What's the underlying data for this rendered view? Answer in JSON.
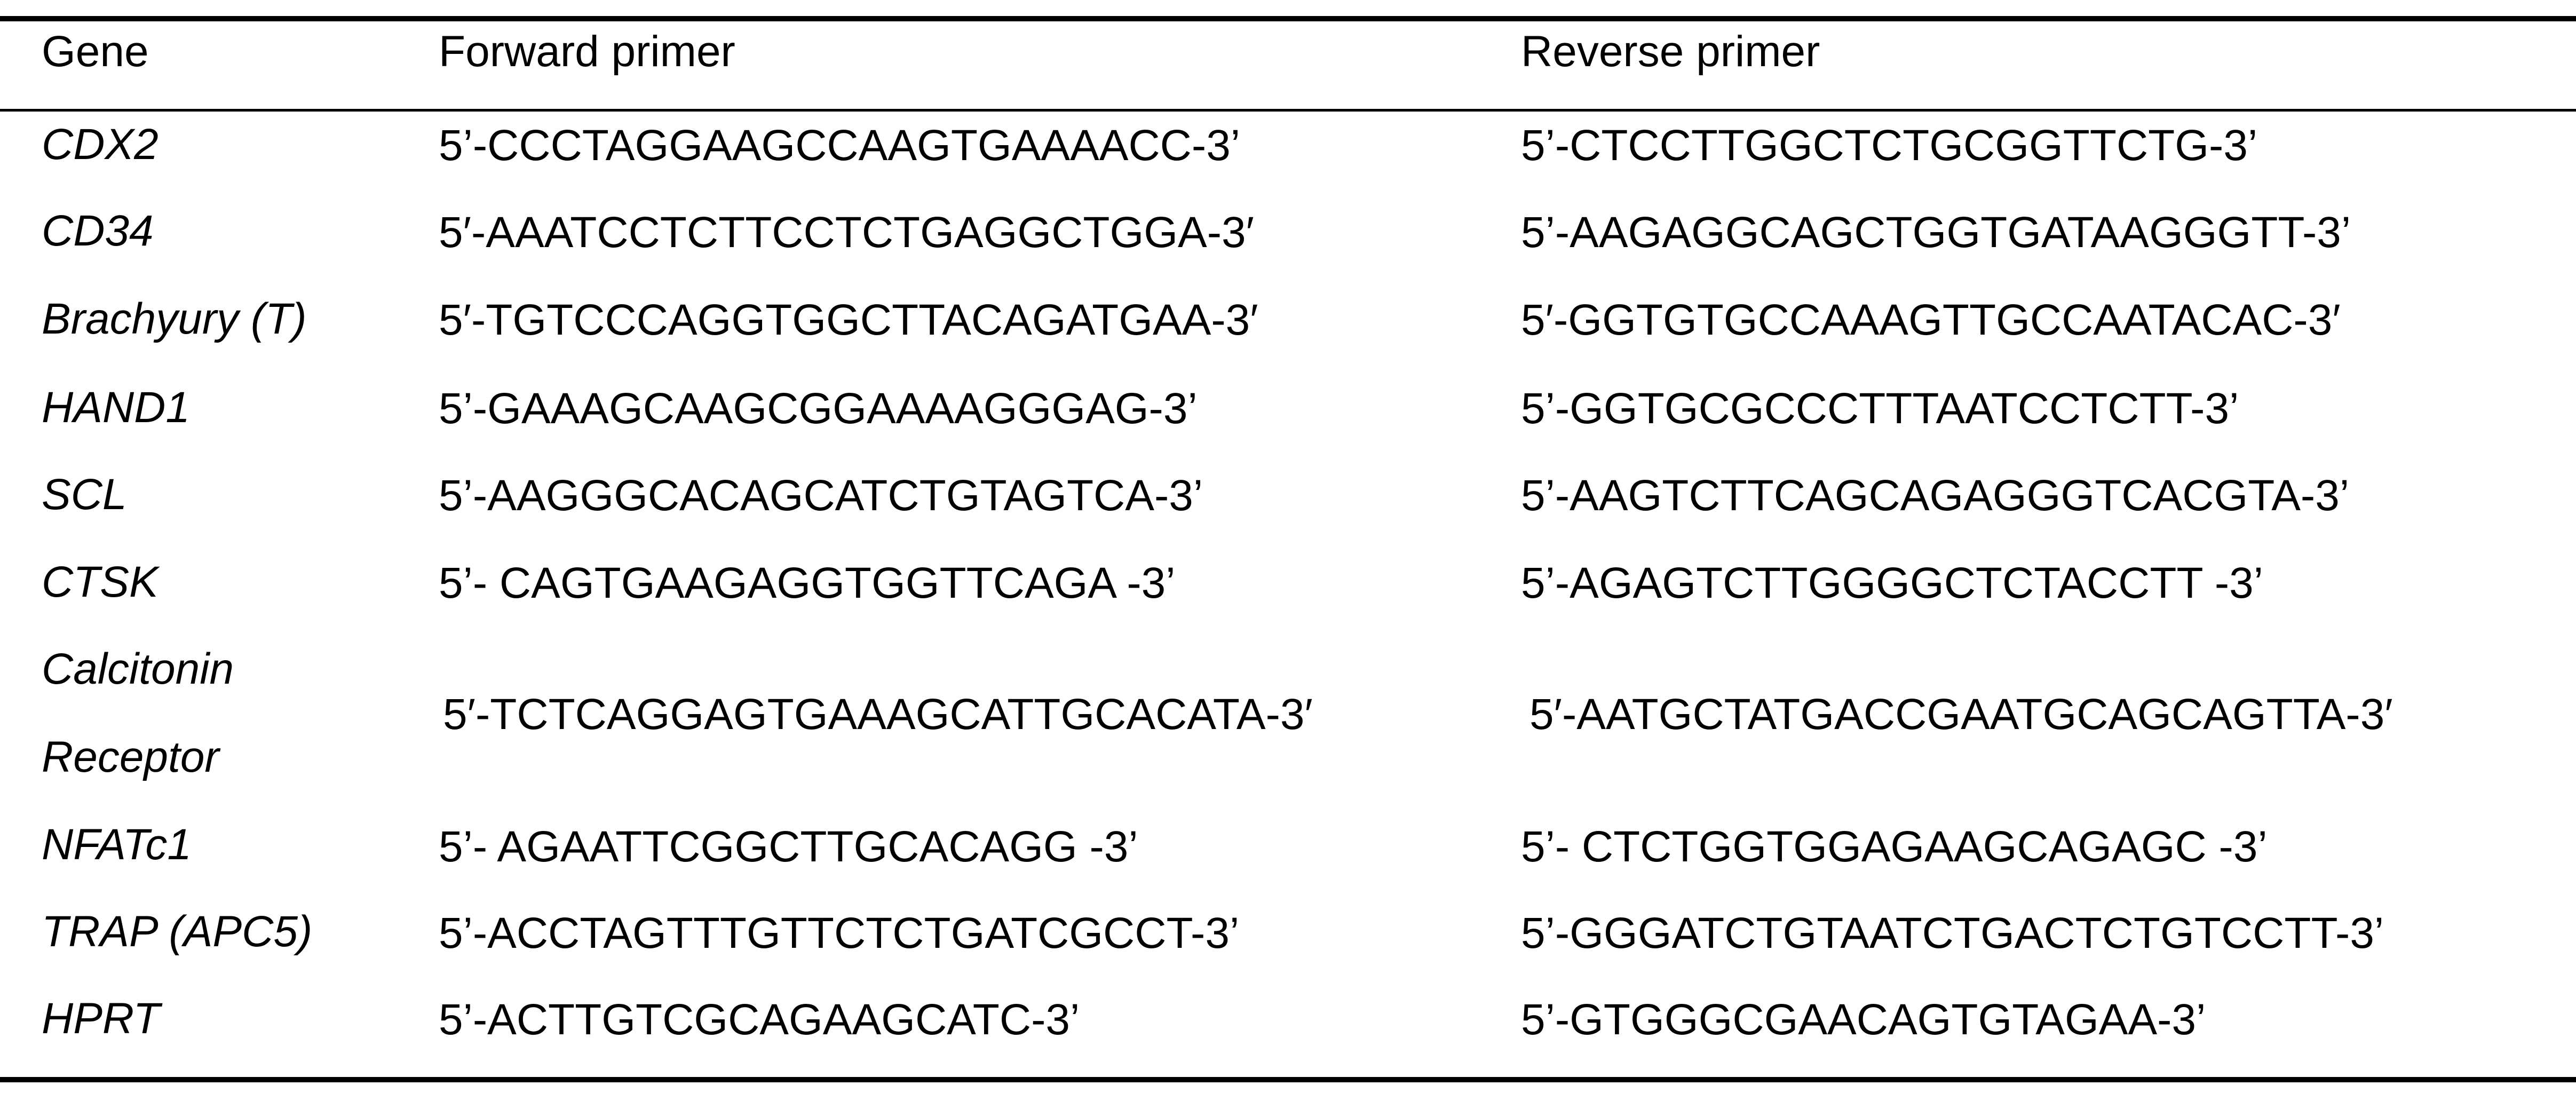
{
  "table": {
    "headers": {
      "gene": "Gene",
      "forward": "Forward primer",
      "reverse": "Reverse primer"
    },
    "rows": [
      {
        "gene": "CDX2",
        "forward": "5’-CCCTAGGAAGCCAAGTGAAAACC-3’",
        "reverse": "5’-CTCCTTGGCTCTGCGGTTCTG-3’"
      },
      {
        "gene": "CD34",
        "forward": "5′-AAATCCTCTTCCTCTGAGGCTGGA-3′",
        "reverse": "5’-AAGAGGCAGCTGGTGATAAGGGTT-3’"
      },
      {
        "gene": "Brachyury (T)",
        "forward": "5′-TGTCCCAGGTGGCTTACAGATGAA-3′",
        "reverse": "5′-GGTGTGCCAAAGTTGCCAATACAC-3′"
      },
      {
        "gene": "HAND1",
        "forward": "5’-GAAAGCAAGCGGAAAAGGGAG-3’",
        "reverse": "5’-GGTGCGCCCTTTAATCCTCTT-3’"
      },
      {
        "gene": "SCL",
        "forward": "5’-AAGGGCACAGCATCTGTAGTCA-3’",
        "reverse": "5’-AAGTCTTCAGCAGAGGGTCACGTA-3’"
      },
      {
        "gene": "CTSK",
        "forward": "5’- CAGTGAAGAGGTGGTTCAGA -3’",
        "reverse": "5’-AGAGTCTTGGGGCTCTACCTT -3’"
      },
      {
        "gene_line1": "Calcitonin",
        "gene_line2": "Receptor",
        "forward": "5′-TCTCAGGAGTGAAAGCATTGCACATA-3′",
        "reverse": "5′-AATGCTATGACCGAATGCAGCAGTTA-3′"
      },
      {
        "gene": "NFATc1",
        "forward": "5’- AGAATTCGGCTTGCACAGG -3’",
        "reverse": "5’- CTCTGGTGGAGAAGCAGAGC -3’"
      },
      {
        "gene": "TRAP (APC5)",
        "forward": "5’-ACCTAGTTTGTTCTCTGATCGCCT-3’",
        "reverse": "5’-GGGATCTGTAATCTGACTCTGTCCTT-3’"
      },
      {
        "gene": "HPRT",
        "forward": "5’-ACTTGTCGCAGAAGCATC-3’",
        "reverse": "5’-GTGGGCGAACAGTGTAGAA-3’"
      }
    ]
  }
}
